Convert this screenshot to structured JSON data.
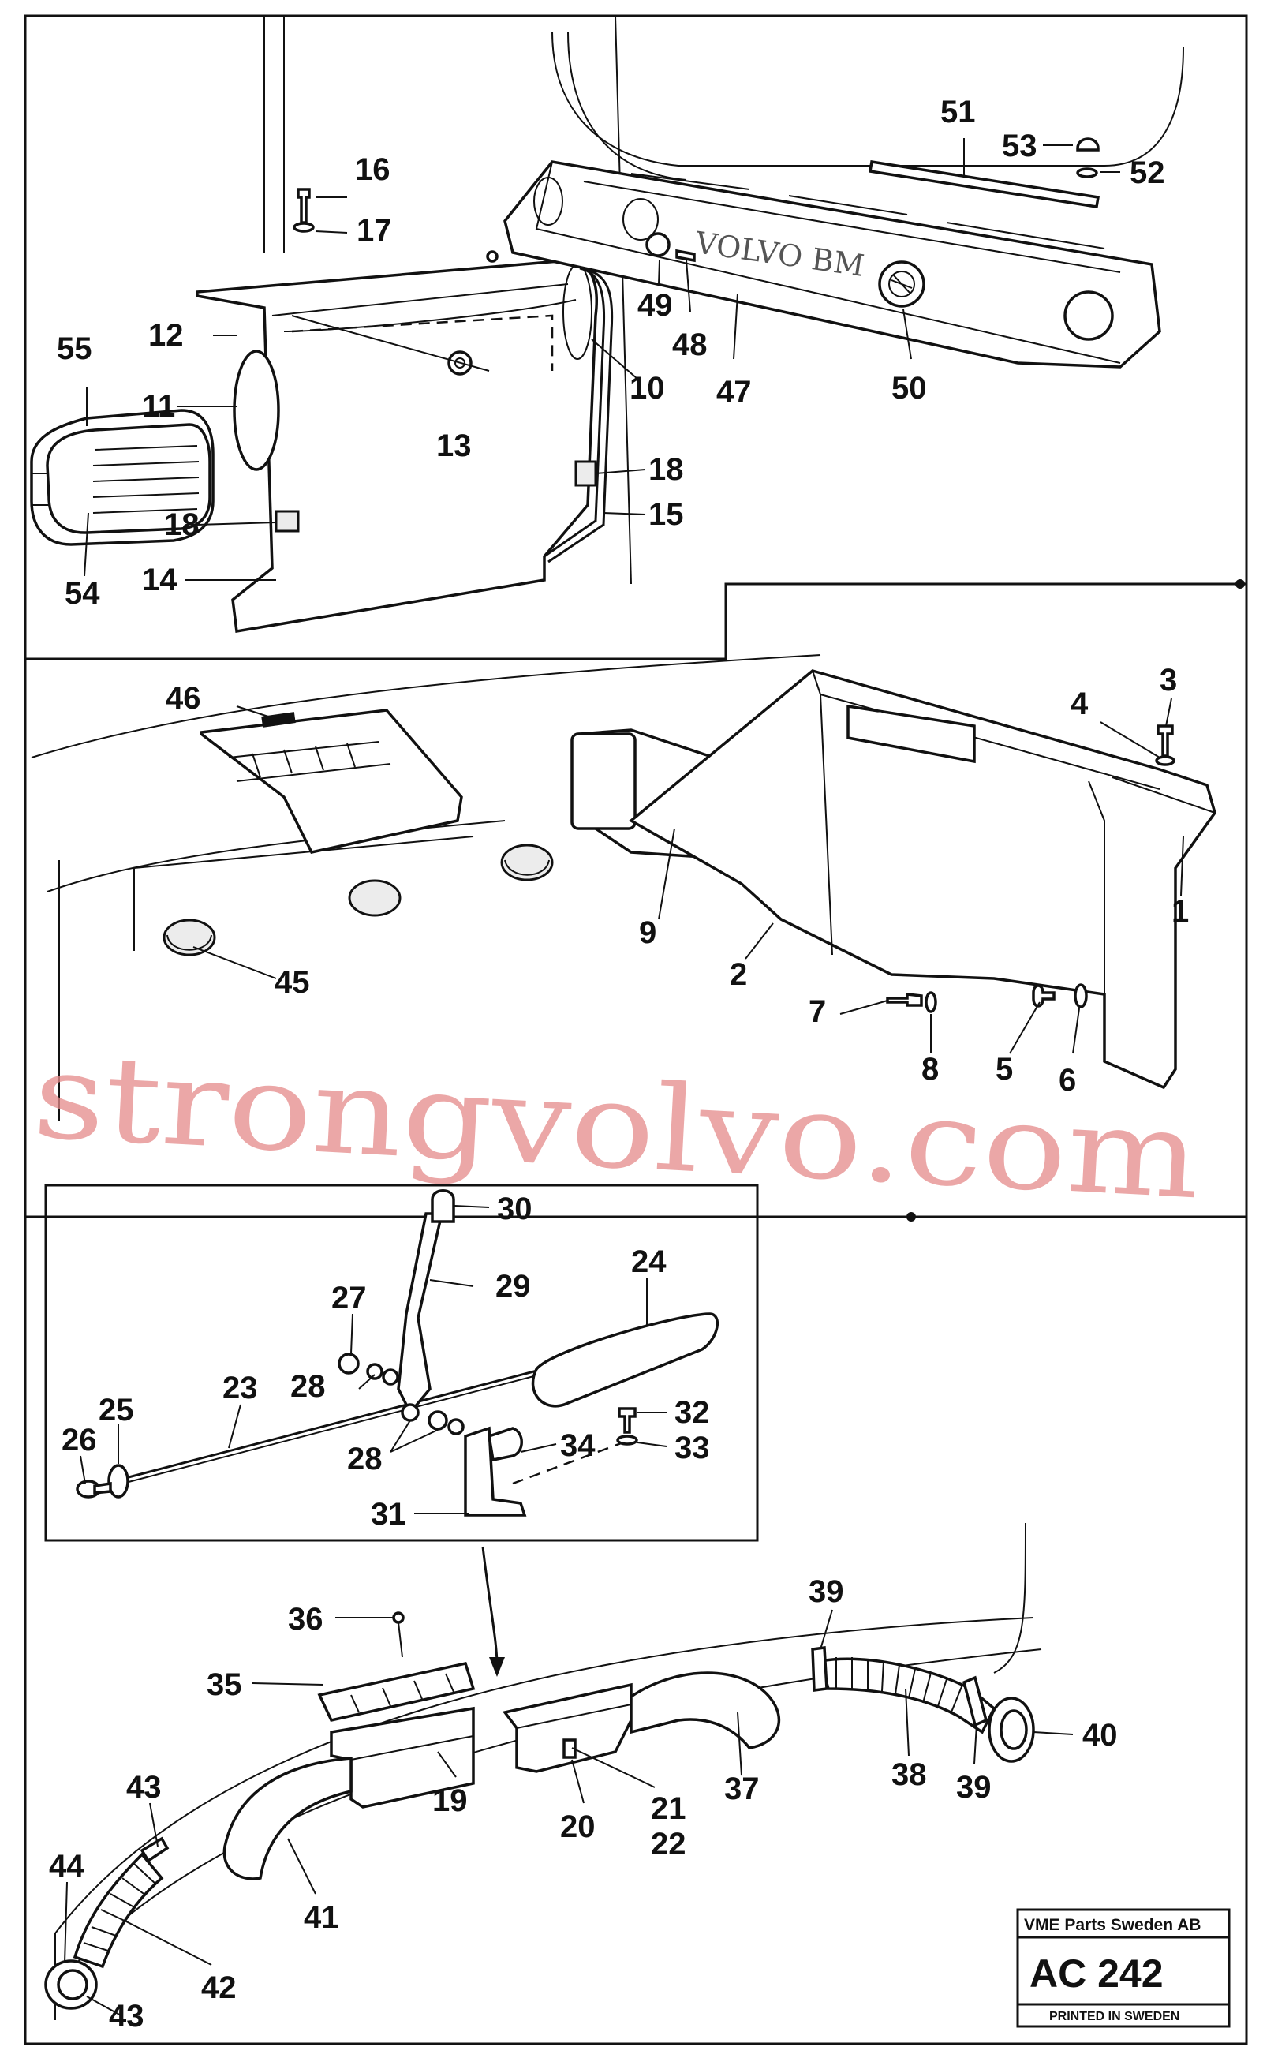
{
  "callouts": {
    "c1": "1",
    "c2": "2",
    "c3": "3",
    "c4": "4",
    "c5": "5",
    "c6": "6",
    "c7": "7",
    "c8": "8",
    "c9": "9",
    "c10": "10",
    "c11": "11",
    "c12": "12",
    "c13": "13",
    "c14": "14",
    "c15": "15",
    "c16": "16",
    "c17": "17",
    "c18a": "18",
    "c18b": "18",
    "c19": "19",
    "c20": "20",
    "c21": "21",
    "c22": "22",
    "c23": "23",
    "c24": "24",
    "c25": "25",
    "c26": "26",
    "c27": "27",
    "c28a": "28",
    "c28b": "28",
    "c29": "29",
    "c30": "30",
    "c31": "31",
    "c32": "32",
    "c33": "33",
    "c34": "34",
    "c35": "35",
    "c36": "36",
    "c37": "37",
    "c38": "38",
    "c39a": "39",
    "c39b": "39",
    "c40": "40",
    "c41": "41",
    "c42": "42",
    "c43a": "43",
    "c43b": "43",
    "c44": "44",
    "c45": "45",
    "c46": "46",
    "c47": "47",
    "c48": "48",
    "c49": "49",
    "c50": "50",
    "c51": "51",
    "c52": "52",
    "c53": "53",
    "c54": "54",
    "c55": "55"
  },
  "panel_lettering": "VOLVO BM",
  "watermark": "strongvolvo.com",
  "title_block": {
    "company": "VME Parts Sweden AB",
    "code": "AC 242",
    "footer": "PRINTED IN SWEDEN"
  }
}
